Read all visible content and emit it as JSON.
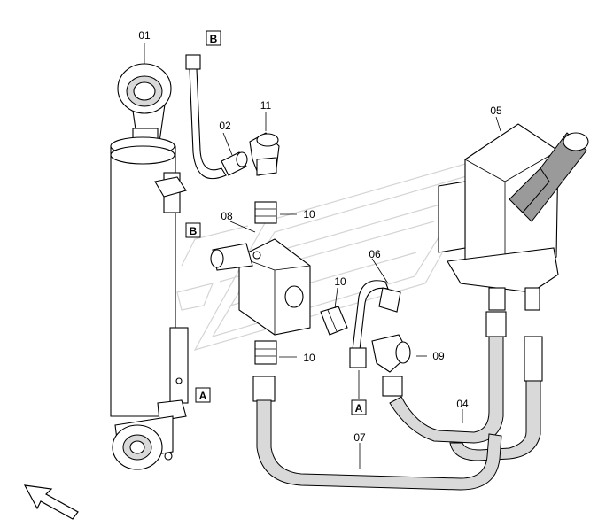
{
  "callouts": {
    "c01": "01",
    "c02": "02",
    "c04": "04",
    "c05": "05",
    "c06": "06",
    "c07": "07",
    "c08": "08",
    "c09": "09",
    "c10a": "10",
    "c10b": "10",
    "c10c": "10",
    "c11": "11"
  },
  "connection_markers": {
    "b_top": "B",
    "b_mid": "B",
    "a_left": "A",
    "a_mid": "A"
  },
  "colors": {
    "line": "#000000",
    "fill_light": "#d9d9d9",
    "fill_dark": "#9a9a9a",
    "watermark": "#d4d4d4"
  },
  "icons": {
    "direction_arrow": "arrow-icon"
  }
}
